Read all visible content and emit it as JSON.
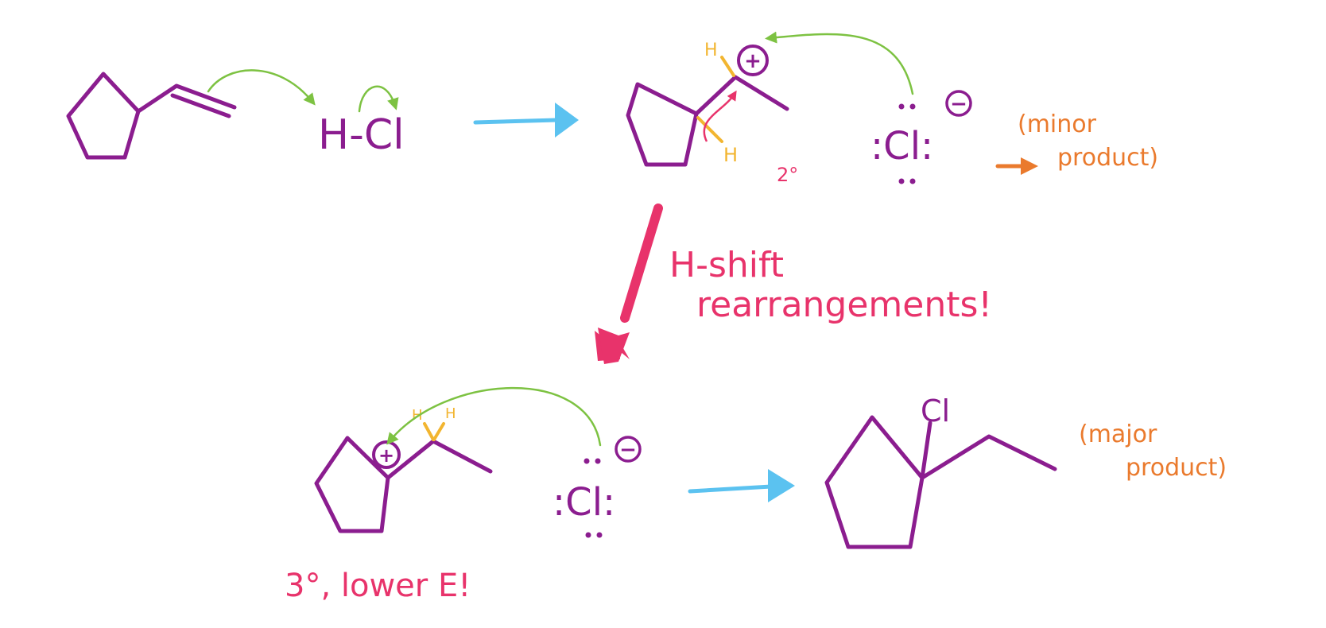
{
  "colors": {
    "bond": "#8b1d8f",
    "electron_arrow": "#7dc242",
    "hydrogen": "#f2b530",
    "reaction_arrow": "#5bc2f0",
    "shift_arrow": "#e8336b",
    "product_label": "#ea7a2d"
  },
  "reagent": {
    "formula": "H-Cl"
  },
  "intermediate_secondary": {
    "h_top": "H",
    "h_bottom": "H",
    "charge": "+",
    "degree": "2°"
  },
  "chloride_top": {
    "symbol": ":Cl:",
    "charge": "−"
  },
  "minor": {
    "label_line1": "(minor",
    "label_line2": "product)"
  },
  "shift": {
    "line1": "H-shift",
    "line2": "rearrangements!"
  },
  "intermediate_tertiary": {
    "h_left": "H",
    "h_right": "H",
    "charge": "+",
    "note": "3°, lower E!"
  },
  "chloride_bottom": {
    "symbol": ":Cl:",
    "charge": "−"
  },
  "product": {
    "substituent": "Cl"
  },
  "major": {
    "label_line1": "(major",
    "label_line2": "product)"
  }
}
